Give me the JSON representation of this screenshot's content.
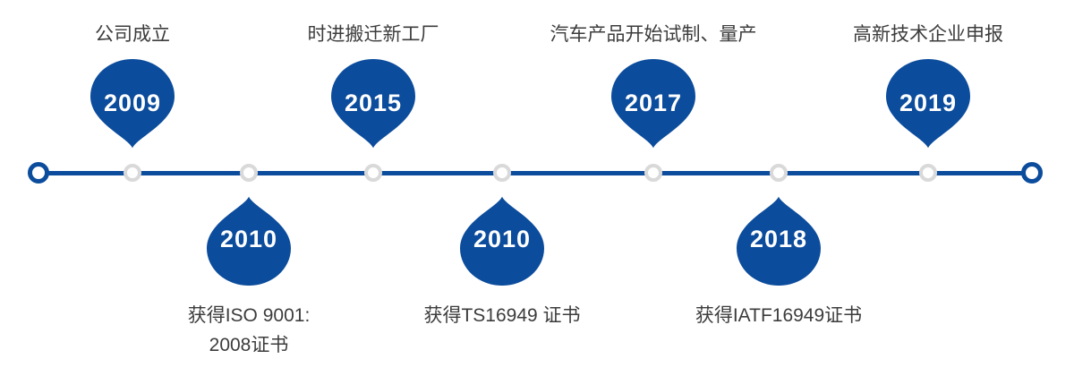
{
  "colors": {
    "accent": "#0c4c9c",
    "ring": "#d9d9d9",
    "text": "#3c3c3c",
    "year": "#ffffff",
    "bg": "#ffffff"
  },
  "timeline": {
    "type": "horizontal-milestone-timeline",
    "events": [
      {
        "year": "2009",
        "title": "公司成立",
        "side": "top"
      },
      {
        "year": "2010",
        "title": "获得ISO 9001:\n2008证书",
        "side": "bottom"
      },
      {
        "year": "2015",
        "title": "时进搬迁新工厂",
        "side": "top"
      },
      {
        "year": "2010",
        "title": "获得TS16949 证书",
        "side": "bottom"
      },
      {
        "year": "2017",
        "title": "汽车产品开始试制、量产",
        "side": "top"
      },
      {
        "year": "2018",
        "title": "获得IATF16949证书",
        "side": "bottom"
      },
      {
        "year": "2019",
        "title": "高新技术企业申报",
        "side": "top"
      }
    ]
  }
}
